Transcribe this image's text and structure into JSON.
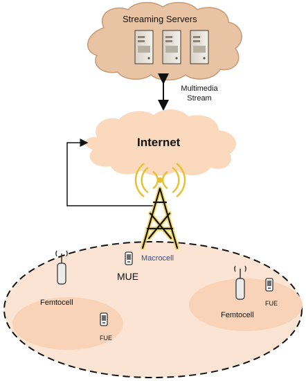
{
  "labels": {
    "streaming_servers": "Streaming Servers",
    "stream_note_line1": "Multimedia",
    "stream_note_line2": "Stream",
    "internet": "Internet",
    "macrocell": "Macrocell",
    "mue": "MUE",
    "femtocell_left": "Femtocell",
    "femtocell_right": "Femtocell",
    "fue_left": "FUE",
    "fue_right": "FUE"
  },
  "colors": {
    "cloud_fill": "#e8c4a4",
    "cloud_stroke": "#c89a74",
    "internet_cloud_fill": "#fbd9bd",
    "macro_area_fill": "#fbe4d3",
    "femto_area_fill": "#f8d3b8",
    "tower_stroke": "#111111",
    "tower_glow": "#f2d24a",
    "signal_arcs": "#e7c230"
  },
  "icons": {
    "servers": "server-rack-icon",
    "tower": "cell-tower-icon",
    "femtocell": "femtocell-antenna-icon",
    "device": "mobile-phone-icon"
  }
}
